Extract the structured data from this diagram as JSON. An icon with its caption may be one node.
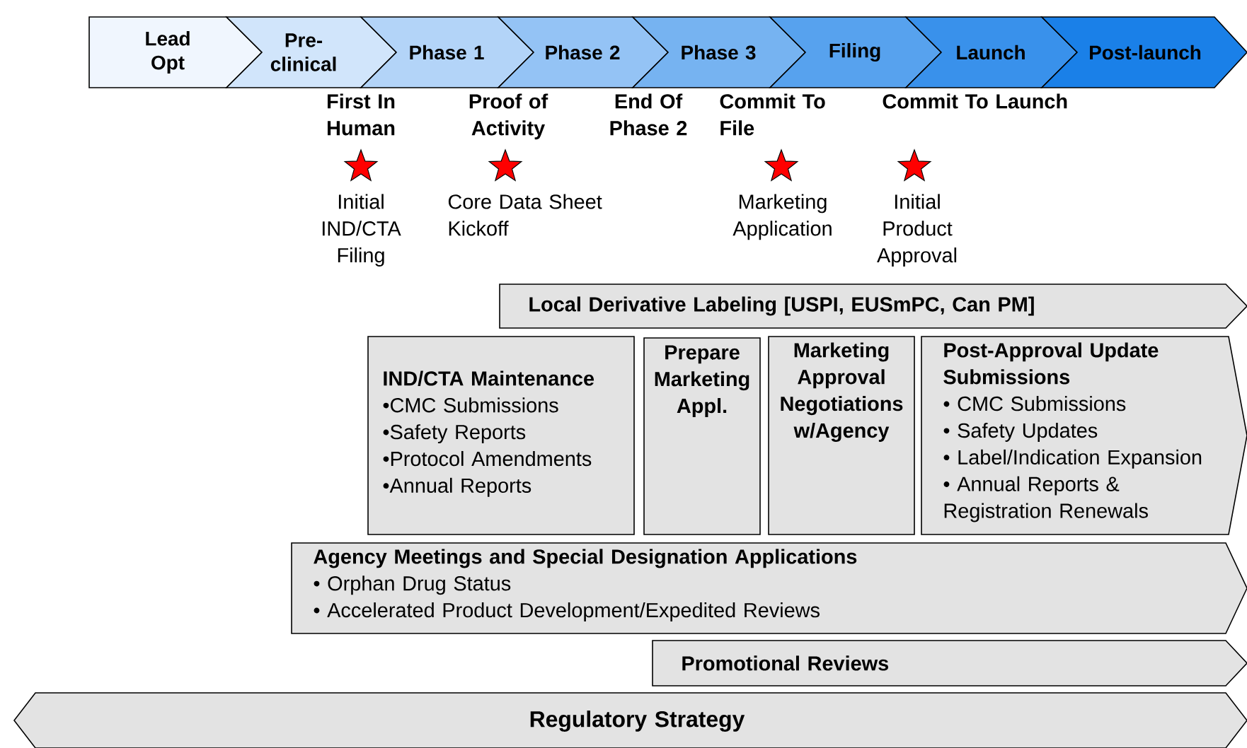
{
  "diagram": {
    "nodes": [
      {
        "text": [
          "Lead Opt"
        ]
      },
      {
        "text": [
          "Pre-clinical"
        ]
      },
      {
        "text": [
          "Phase 1"
        ]
      },
      {
        "text": [
          "Phase 2"
        ]
      },
      {
        "text": [
          "Phase 3"
        ]
      },
      {
        "text": [
          "Filing"
        ]
      },
      {
        "text": [
          "Launch"
        ]
      },
      {
        "text": [
          "Post-launch"
        ]
      },
      {
        "text": [
          "First In Human",
          "Initial IND/CTA Filing"
        ]
      },
      {
        "text": [
          "Proof of Activity",
          "Core Data Sheet Kickoff"
        ]
      },
      {
        "text": [
          "Commit To File",
          "Marketing Application"
        ]
      },
      {
        "text": [
          "Commit To Launch",
          "Initial Product Approval"
        ]
      },
      {
        "text": [
          "Local Derivative Labeling [USPI, EUSmPC, Can PM]"
        ]
      },
      {
        "text": [
          "IND/CTA Maintenance",
          "•CMC Submissions",
          "•Safety Reports",
          "•Protocol Amendments",
          "•Annual Reports"
        ]
      },
      {
        "text": [
          "Prepare Marketing Appl."
        ]
      },
      {
        "text": [
          "Marketing Approval Negotiations w/Agency"
        ]
      },
      {
        "text": [
          "Post-Approval Update Submissions",
          "• CMC Submissions",
          "• Safety Updates",
          "• Label/Indication Expansion",
          "• Annual Reports & Registration Renewals"
        ]
      },
      {
        "text": [
          "Agency Meetings and Special Designation Applications",
          "• Orphan Drug Status",
          "• Accelerated Product Development/Expedited Reviews"
        ]
      },
      {
        "text": [
          "Promotional Reviews"
        ]
      },
      {
        "text": [
          "Regulatory Strategy"
        ]
      }
    ],
    "labels": [
      "End Of Phase 2"
    ]
  }
}
